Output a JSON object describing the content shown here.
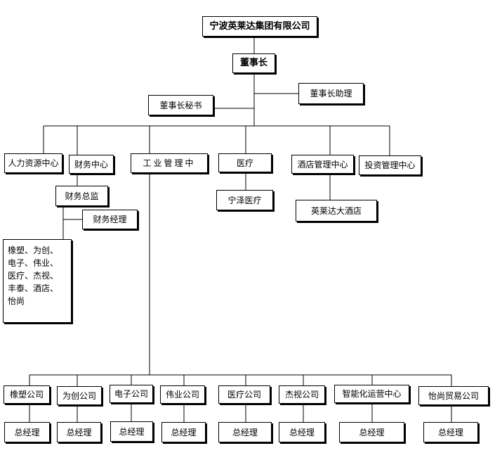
{
  "org": {
    "company": "宁波英莱达集团有限公司",
    "chairman": "董事长",
    "chairman_secretary": "董事长秘书",
    "chairman_assistant": "董事长助理",
    "departments": {
      "hr": "人力资源中心",
      "finance": "财务中心",
      "industry": "工业管理中",
      "medical": "医疗",
      "hotel_mgmt": "酒店管理中心",
      "investment": "投资管理中心"
    },
    "finance_director": "财务总监",
    "finance_manager": "财务经理",
    "finance_scope": "橡塑、为创、\n电子、伟业、\n医疗、杰视、\n丰泰、酒店、\n怡尚",
    "ningze_medical": "宁泽医疗",
    "yinglaida_hotel": "英莱达大酒店",
    "subsidiaries": [
      {
        "name": "橡塑公司",
        "gm": "总经理"
      },
      {
        "name": "为创公司",
        "gm": "总经理"
      },
      {
        "name": "电子公司",
        "gm": "总经理"
      },
      {
        "name": "伟业公司",
        "gm": "总经理"
      },
      {
        "name": "医疗公司",
        "gm": "总经理"
      },
      {
        "name": "杰视公司",
        "gm": "总经理"
      },
      {
        "name": "智能化运营中心",
        "gm": "总经理"
      },
      {
        "name": "怡尚贸易公司",
        "gm": "总经理"
      }
    ]
  }
}
